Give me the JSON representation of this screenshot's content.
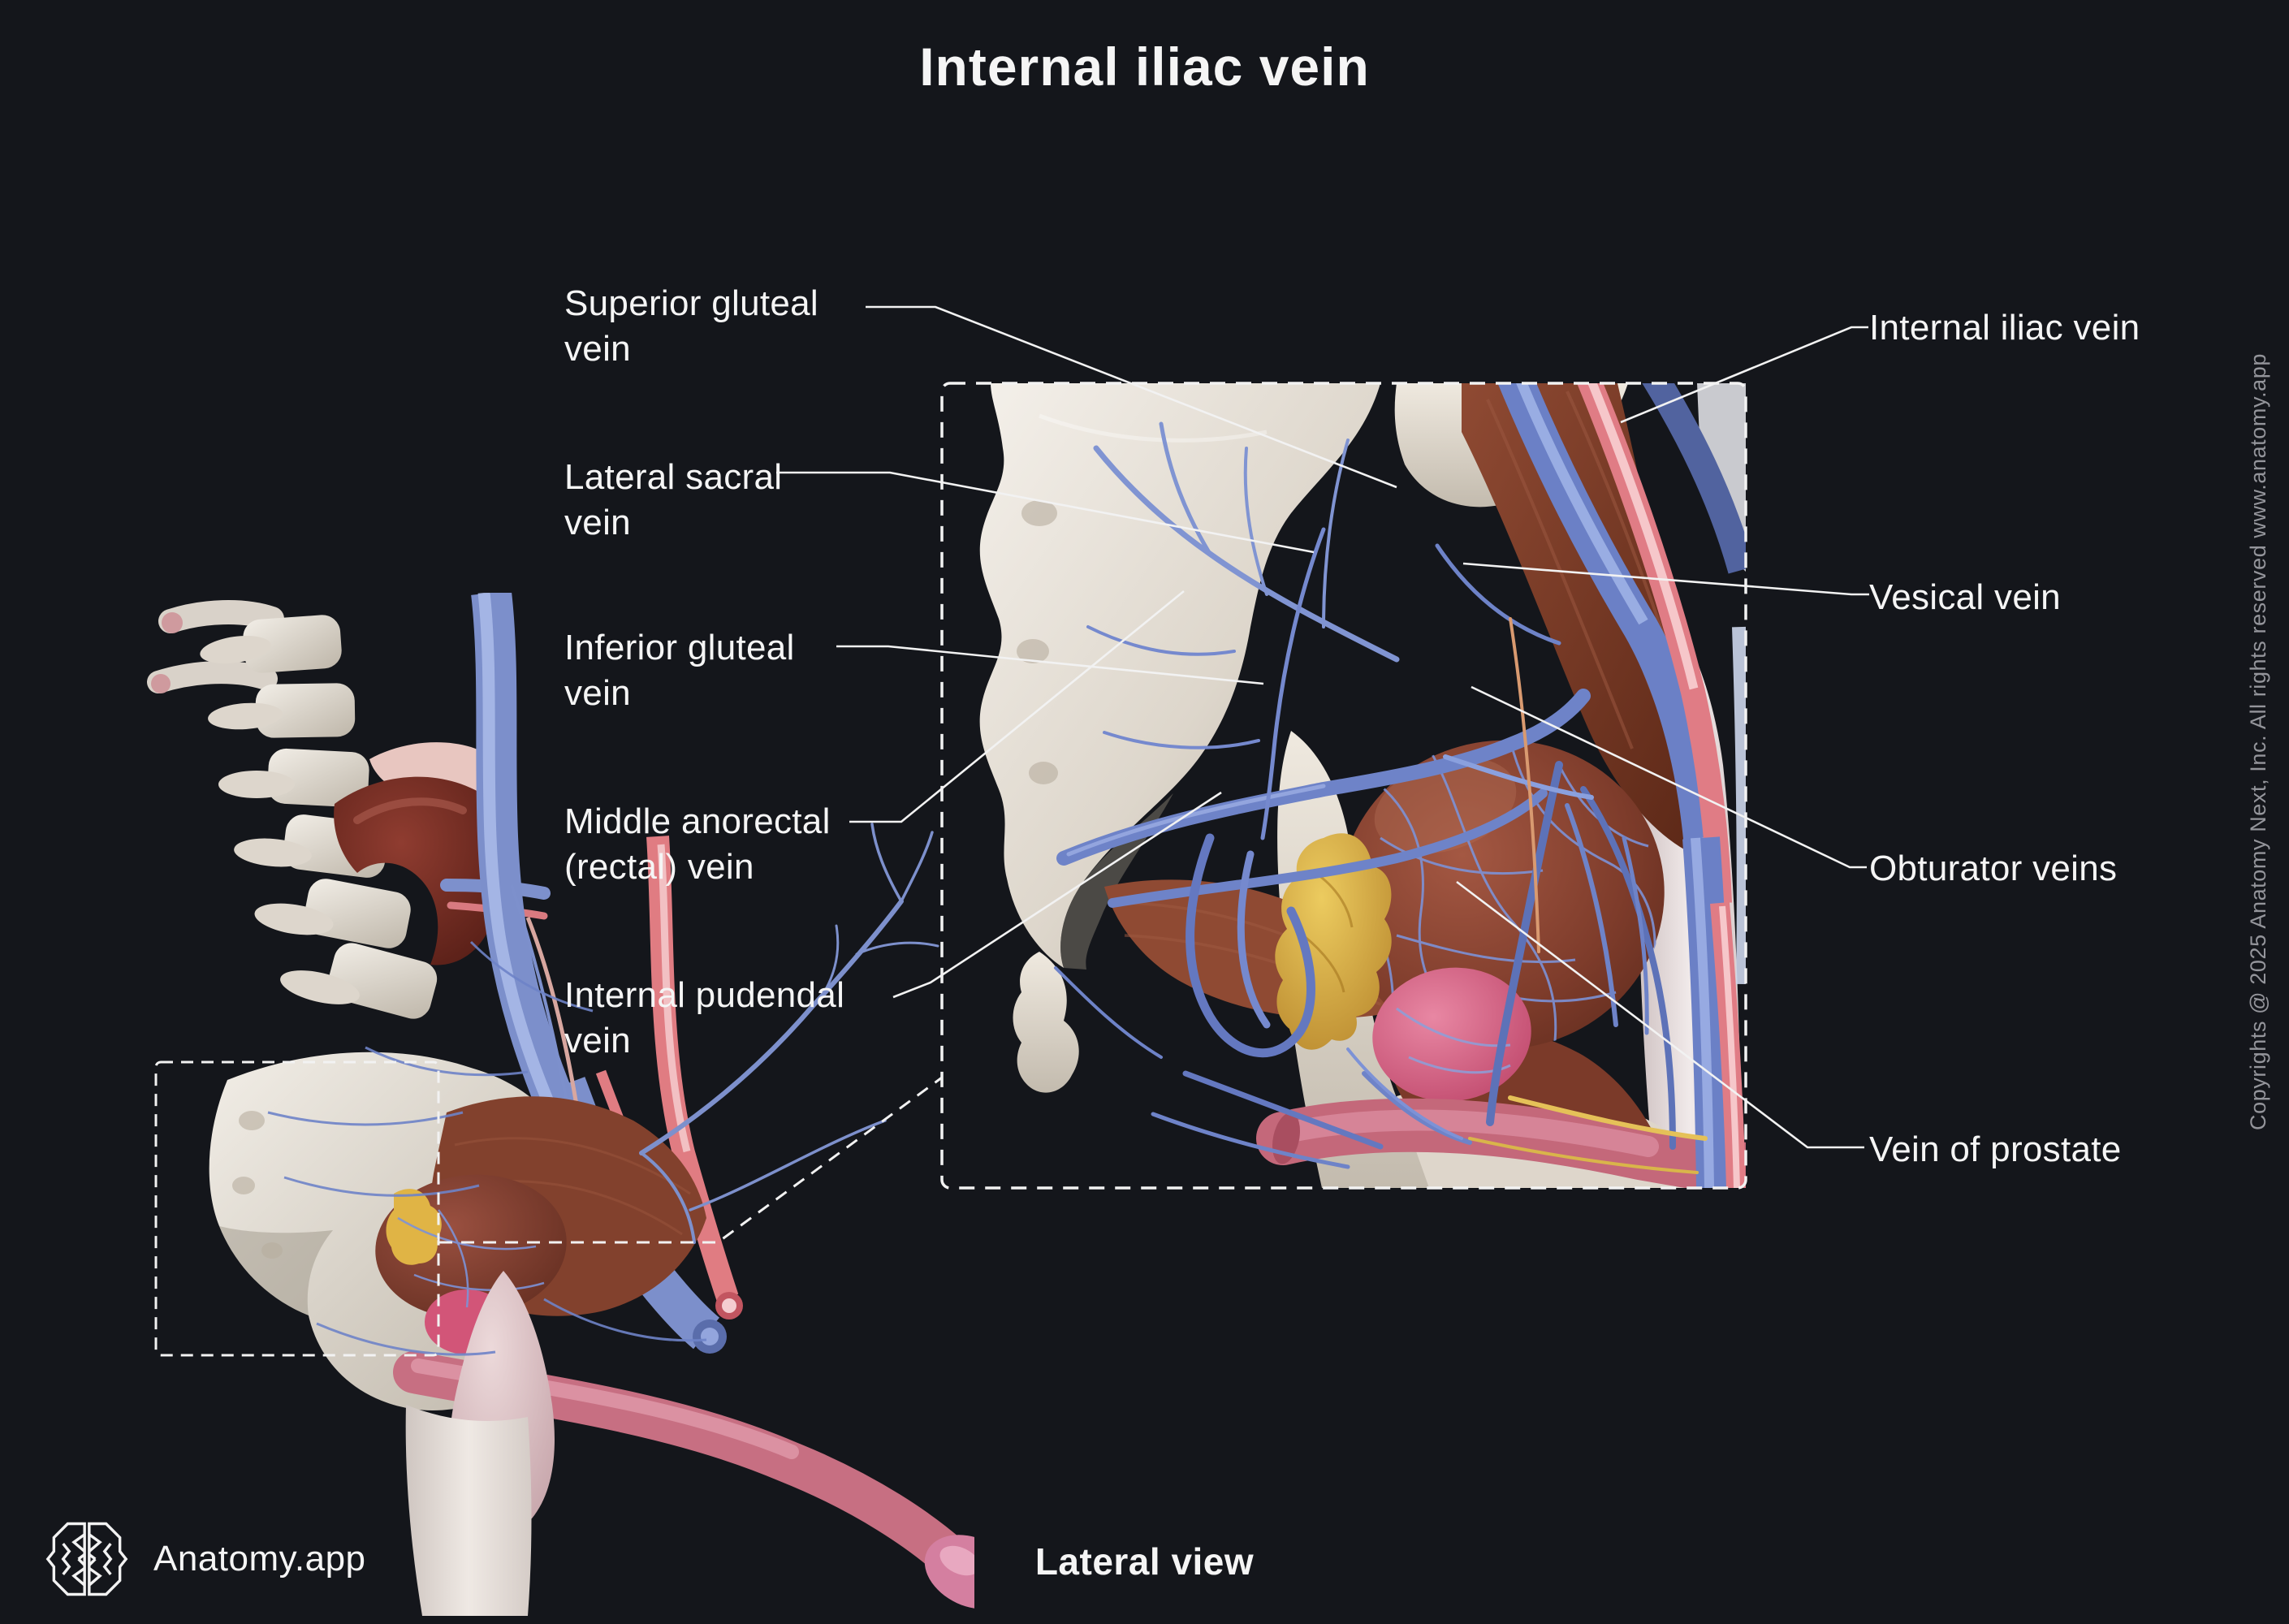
{
  "title": "Internal iliac vein",
  "view": {
    "label": "Lateral view"
  },
  "brand": {
    "name": "Anatomy.app"
  },
  "copyright": "Copyrights @ 2025 Anatomy Next, Inc. All rights reserved www.anatomy.app",
  "labels": {
    "left": [
      {
        "id": "superior-gluteal-vein",
        "text": "Superior gluteal\nvein"
      },
      {
        "id": "lateral-sacral-vein",
        "text": "Lateral sacral\nvein"
      },
      {
        "id": "inferior-gluteal-vein",
        "text": "Inferior gluteal\nvein"
      },
      {
        "id": "middle-anorectal-vein",
        "text": "Middle anorectal\n(rectal) vein"
      },
      {
        "id": "internal-pudendal-vein",
        "text": "Internal pudendal\nvein"
      }
    ],
    "right": [
      {
        "id": "internal-iliac-vein",
        "text": "Internal iliac vein"
      },
      {
        "id": "vesical-vein",
        "text": "Vesical vein"
      },
      {
        "id": "obturator-veins",
        "text": "Obturator veins"
      },
      {
        "id": "vein-of-prostate",
        "text": "Vein of prostate"
      }
    ]
  },
  "colors": {
    "background": "#14161b",
    "text": "#f5f5f5",
    "muted": "#94959b",
    "leader": "#f2f2f2",
    "vein_blue": "#7487cc",
    "artery_red": "#e27d84",
    "bone": "#e7e1d8",
    "muscle": "#84402c",
    "bladder": "#8d4334",
    "prostate": "#d5567c",
    "vesicle_yellow": "#e0b445",
    "nerve_yellow": "#e5c158",
    "skin_pink": "#cd7386"
  }
}
